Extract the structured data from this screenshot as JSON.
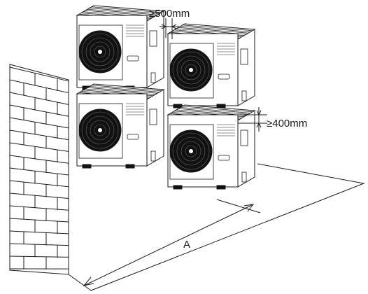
{
  "diagram": {
    "spacing_horizontal_label": "≥500mm",
    "spacing_vertical_label": "≥400mm",
    "distance_label": "A"
  },
  "units": [
    {
      "position": "top-left"
    },
    {
      "position": "top-right"
    },
    {
      "position": "bottom-left"
    },
    {
      "position": "bottom-right"
    }
  ]
}
